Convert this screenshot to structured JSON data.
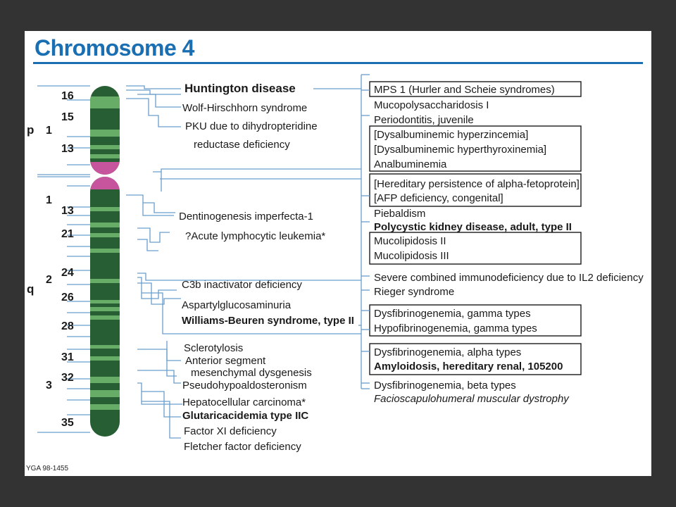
{
  "title": "Chromosome 4",
  "credit": "YGA 98-1455",
  "colors": {
    "title": "#1a6fb3",
    "connector": "#6a9fcc",
    "dark_band": "#275e33",
    "light_band": "#67ad67",
    "centromere": "#c7559d",
    "highlight": "#d92020"
  },
  "arm_labels": [
    {
      "name": "arm-p",
      "text": "p"
    },
    {
      "name": "arm-q",
      "text": "q"
    }
  ],
  "region_labels": [
    {
      "name": "region-p1",
      "text": "1"
    },
    {
      "name": "region-q1",
      "text": "1"
    },
    {
      "name": "region-q2",
      "text": "2"
    },
    {
      "name": "region-q3",
      "text": "3"
    }
  ],
  "band_labels": [
    "16",
    "15",
    "13",
    "13",
    "21",
    "24",
    "26",
    "28",
    "31",
    "32",
    "35"
  ],
  "left_diseases": [
    {
      "text": "Huntington disease",
      "style": "highlight"
    },
    {
      "text": "Wolf-Hirschhorn syndrome",
      "style": "normal"
    },
    {
      "text": "PKU due to dihydropteridine",
      "style": "normal"
    },
    {
      "text": "reductase deficiency",
      "style": "normal"
    },
    {
      "text": "Dentinogenesis imperfecta-1",
      "style": "normal"
    },
    {
      "text": "?Acute lymphocytic leukemia*",
      "style": "normal"
    },
    {
      "text": "C3b inactivator deficiency",
      "style": "normal"
    },
    {
      "text": "Aspartylglucosaminuria",
      "style": "normal"
    },
    {
      "text": "Williams-Beuren syndrome, type II",
      "style": "bold"
    },
    {
      "text": "Sclerotylosis",
      "style": "normal"
    },
    {
      "text": "Anterior segment",
      "style": "normal"
    },
    {
      "text": "mesenchymal dysgenesis",
      "style": "normal"
    },
    {
      "text": "Pseudohypoaldosteronism",
      "style": "normal"
    },
    {
      "text": "Hepatocellular carcinoma*",
      "style": "normal"
    },
    {
      "text": "Glutaricacidemia type IIC",
      "style": "bold"
    },
    {
      "text": "Factor XI deficiency",
      "style": "normal"
    },
    {
      "text": "Fletcher factor deficiency",
      "style": "normal"
    }
  ],
  "right_diseases": [
    {
      "text": "MPS 1 (Hurler and Scheie syndromes)",
      "style": "normal"
    },
    {
      "text": "Mucopolysaccharidosis I",
      "style": "normal"
    },
    {
      "text": "Periodontitis, juvenile",
      "style": "normal"
    },
    {
      "text": "[Dysalbuminemic hyperzincemia]",
      "style": "normal"
    },
    {
      "text": "[Dysalbuminemic hyperthyroxinemia]",
      "style": "normal"
    },
    {
      "text": "Analbuminemia",
      "style": "normal"
    },
    {
      "text": "[Hereditary persistence of alpha-fetoprotein]",
      "style": "normal"
    },
    {
      "text": "[AFP deficiency, congenital]",
      "style": "normal"
    },
    {
      "text": "Piebaldism",
      "style": "normal"
    },
    {
      "text": "Polycystic kidney disease, adult, type II",
      "style": "bold"
    },
    {
      "text": "Mucolipidosis II",
      "style": "normal"
    },
    {
      "text": "Mucolipidosis III",
      "style": "normal"
    },
    {
      "text": "Severe combined immunodeficiency due to IL2 deficiency",
      "style": "normal"
    },
    {
      "text": "Rieger syndrome",
      "style": "normal"
    },
    {
      "text": "Dysfibrinogenemia, gamma types",
      "style": "normal"
    },
    {
      "text": "Hypofibrinogenemia, gamma types",
      "style": "normal"
    },
    {
      "text": "Dysfibrinogenemia, alpha types",
      "style": "normal"
    },
    {
      "text": "Amyloidosis, hereditary renal, 105200",
      "style": "bold"
    },
    {
      "text": "Dysfibrinogenemia, beta types",
      "style": "normal"
    },
    {
      "text": "Facioscapulohumeral muscular dystrophy",
      "style": "italic"
    }
  ]
}
